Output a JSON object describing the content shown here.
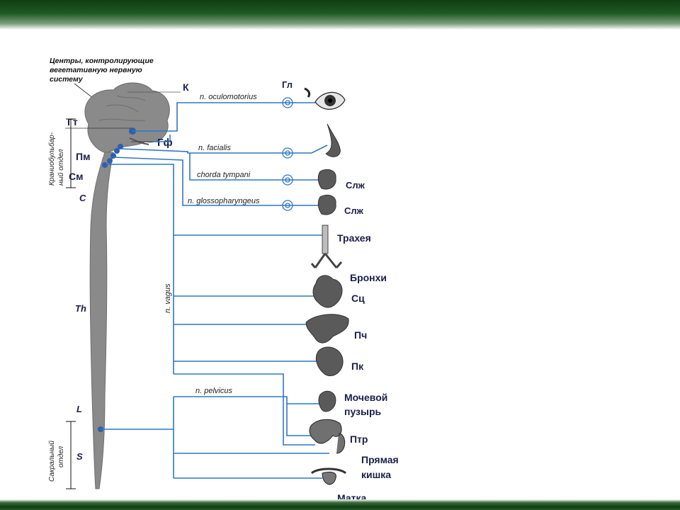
{
  "caption_lines": [
    "Центры, контролирующие",
    "вегетативную нервную",
    "систему"
  ],
  "side_labels": {
    "cranial": [
      "Краниобульбар-",
      "ный отдел"
    ],
    "sacral": [
      "Сакральный",
      "отдел"
    ]
  },
  "brain_labels": {
    "gt": "Гт",
    "gf": "Гф",
    "pm": "Пм",
    "sm": "См",
    "k": "К"
  },
  "spine_segments": {
    "c": "C",
    "th": "Th",
    "l": "L",
    "s": "S"
  },
  "nerves": {
    "oculomotorius": "n. oculomotorius",
    "facialis": "n. facialis",
    "chorda": "chorda tympani",
    "glosso": "n. glossopharyngeus",
    "vagus": "n. vagus",
    "pelvicus": "n. pelvicus"
  },
  "organs": {
    "eye": "Гл",
    "gland1": "Слж",
    "gland2": "Слж",
    "trachea": "Трахея",
    "bronchi": "Бронхи",
    "heart": "Сц",
    "liver": "Пч",
    "kidney": "Пк",
    "bladder": [
      "Мочевой",
      "пузырь"
    ],
    "intestine": "Птр",
    "rectum": [
      "Прямая",
      "кишка"
    ],
    "uterus": "Матка"
  },
  "colors": {
    "nerve": "#2f78c4",
    "label": "#1a1f4a",
    "header": "#1f5a22"
  }
}
